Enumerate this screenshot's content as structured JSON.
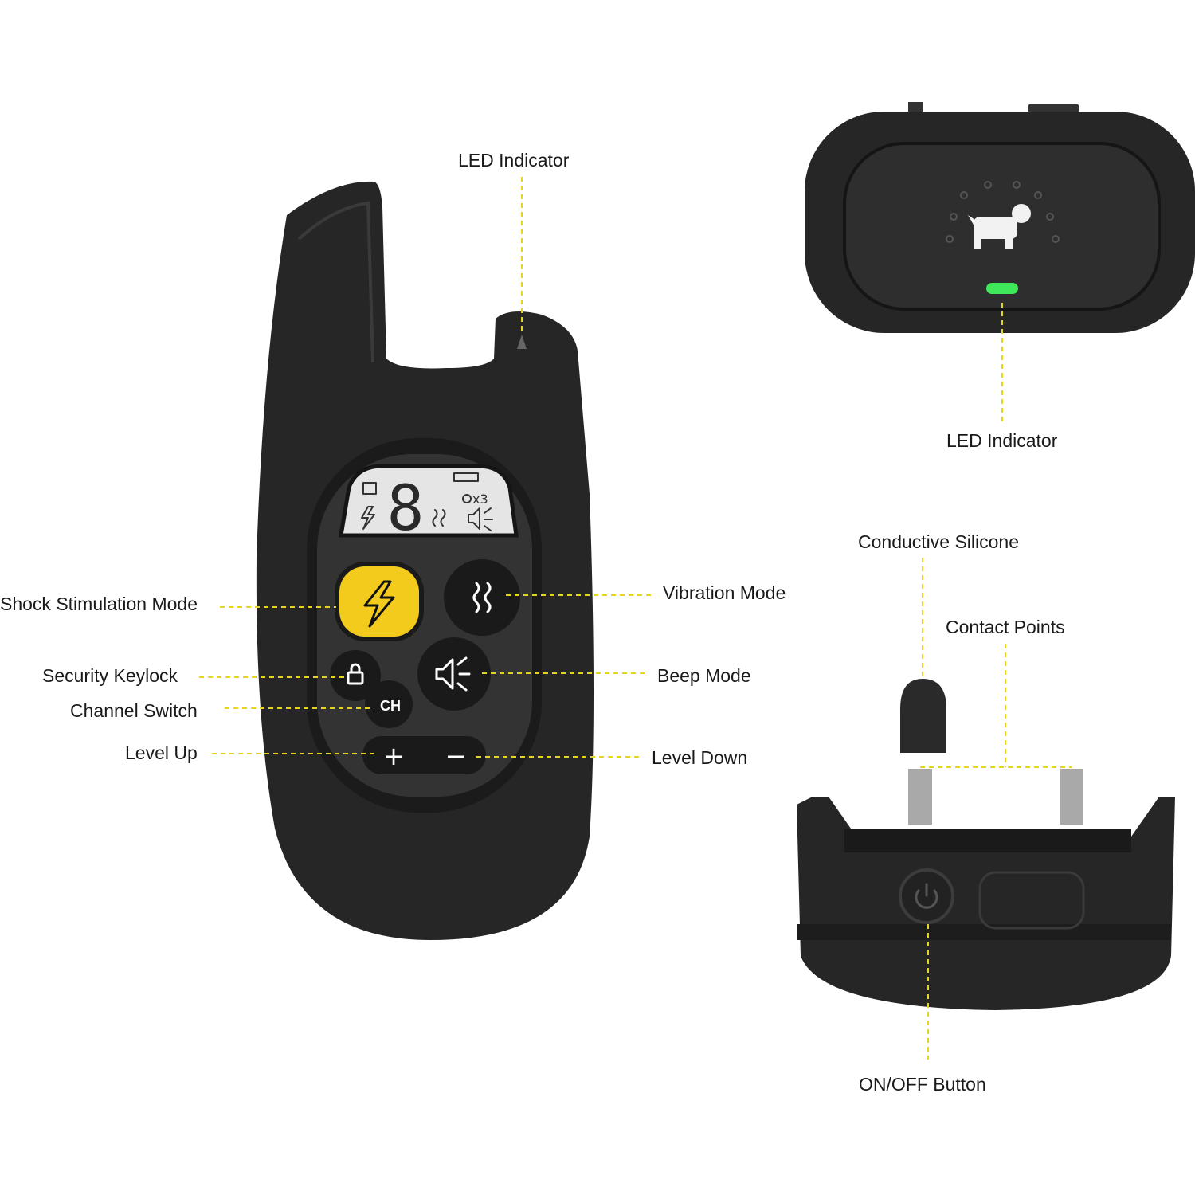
{
  "labels": {
    "remote_led": "LED Indicator",
    "shock_mode": "Shock Stimulation Mode",
    "security_keylock": "Security Keylock",
    "channel_switch": "Channel Switch",
    "level_up": "Level Up",
    "vibration_mode": "Vibration Mode",
    "beep_mode": "Beep Mode",
    "level_down": "Level Down",
    "collar_led": "LED Indicator",
    "conductive_silicone": "Conductive Silicone",
    "contact_points": "Contact Points",
    "on_off_button": "ON/OFF Button"
  },
  "remote": {
    "lcd_digit": "8",
    "lcd_multiplier": "x3",
    "channel_button": "CH",
    "plus": "+",
    "minus": "−"
  },
  "colors": {
    "leader_line": "#e6d51c",
    "shock_button": "#f2cb1d",
    "led_green": "#3ee85a",
    "device_body": "#232323"
  }
}
